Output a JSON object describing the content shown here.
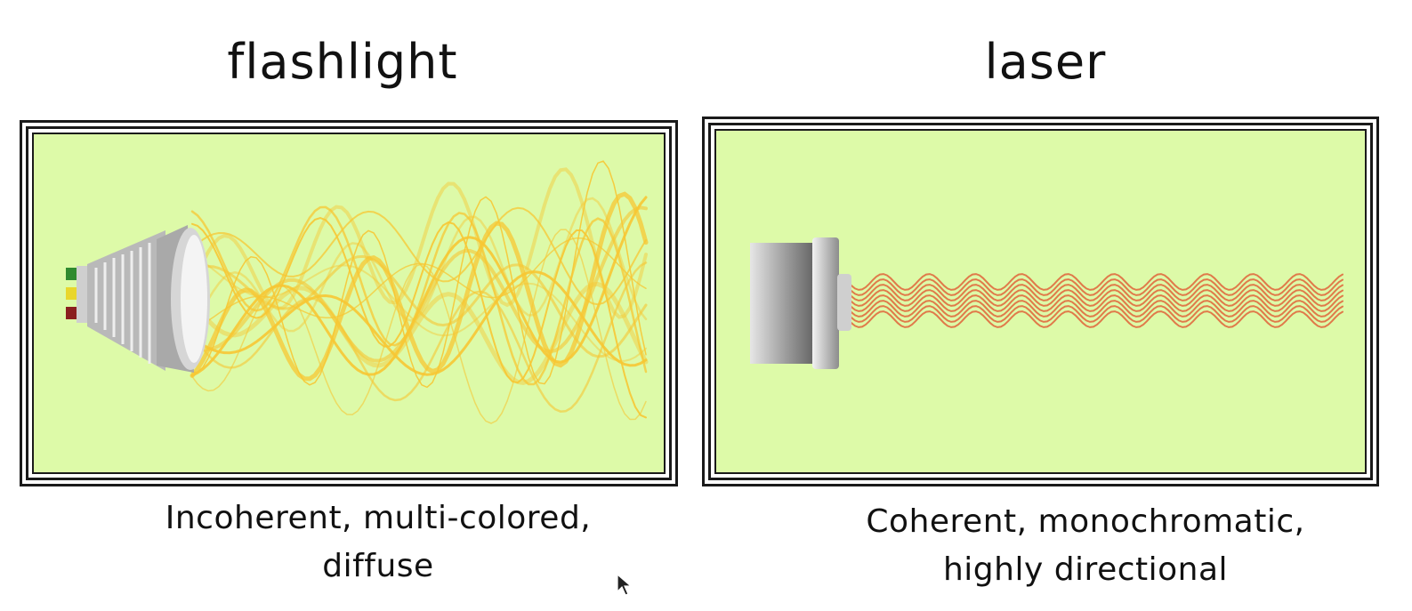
{
  "panels": {
    "left": {
      "title": "flashlight",
      "caption_line1": "Incoherent, multi-colored,",
      "caption_line2": "diffuse"
    },
    "right": {
      "title": "laser",
      "caption_line1": "Coherent, monochromatic,",
      "caption_line2": "highly directional"
    }
  },
  "colors": {
    "panel_background": "#ddfaa8",
    "frame": "#1a1a1a",
    "flashlight_light": "#f7c733",
    "laser_beam": "#e07a4a"
  }
}
